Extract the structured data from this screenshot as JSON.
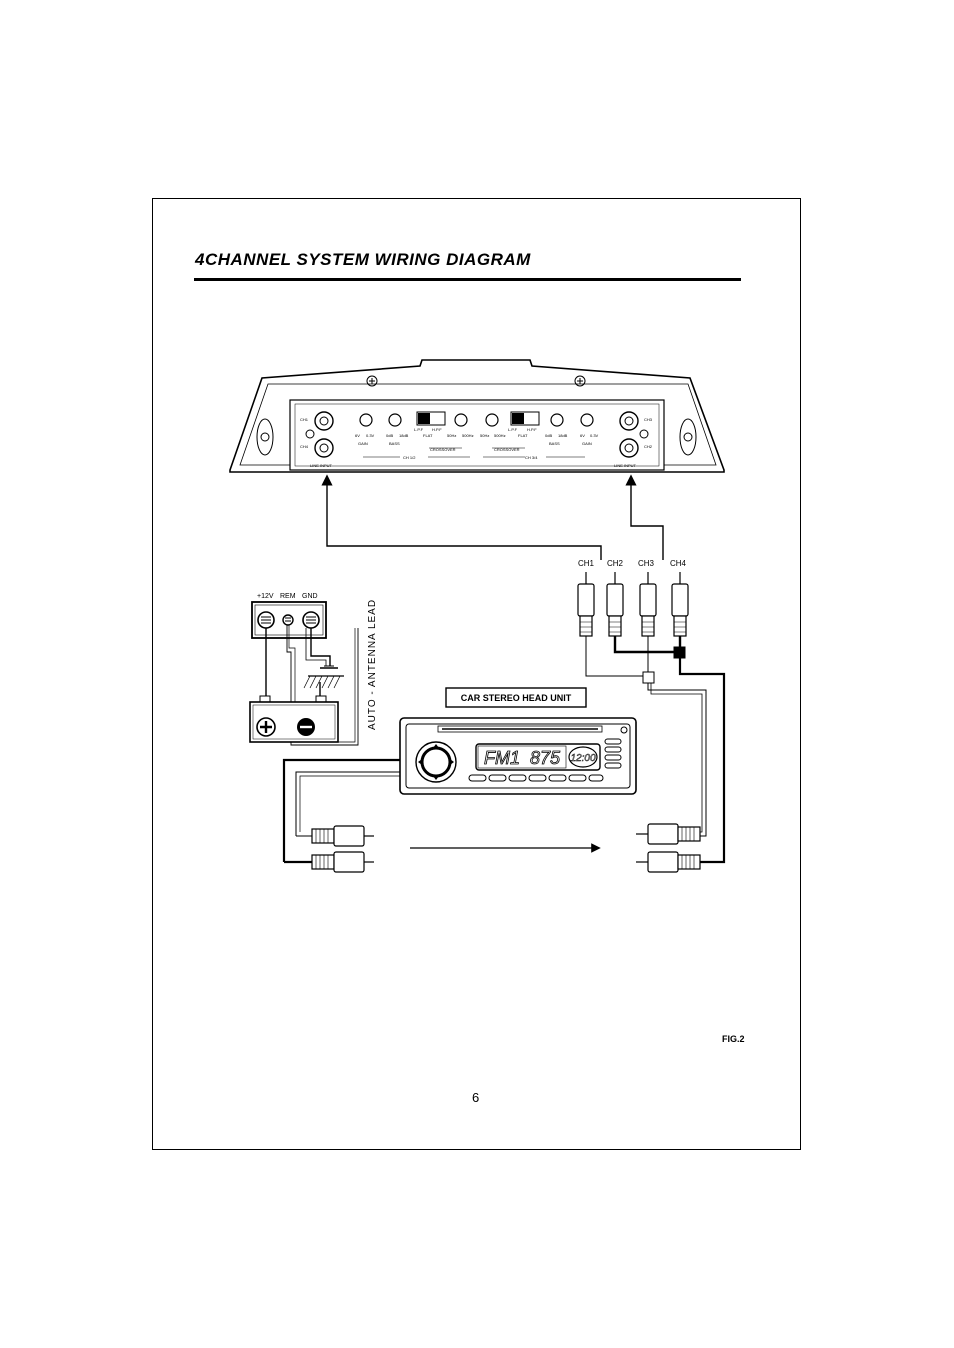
{
  "title": "4CHANNEL SYSTEM WIRING DIAGRAM",
  "fig_label": "FIG.2",
  "page_number": "6",
  "amp": {
    "ch1": "CH1",
    "ch2": "CH2",
    "ch3": "CH3",
    "ch4": "CH4",
    "line_input": "LINE INPUT",
    "gain": "GAIN",
    "bass": "BASS",
    "crossover": "CROSSOVER",
    "ch12": "CH 1/2",
    "ch34": "CH 3/4",
    "lpf": "L.P.F",
    "hpf": "H.P.F",
    "flat": "FLAT",
    "v6": "6V",
    "v03": "0.3V",
    "db0": "0dB",
    "db18": "18dB",
    "hz50": "50Hz",
    "hz500": "500Hz"
  },
  "rca": {
    "ch1": "CH1",
    "ch2": "CH2",
    "ch3": "CH3",
    "ch4": "CH4"
  },
  "power": {
    "plus12": "+12V",
    "rem": "REM",
    "gnd": "GND"
  },
  "antenna_label": "AUTO - ANTENNA LEAD",
  "head_unit": {
    "label": "CAR STEREO HEAD UNIT",
    "band": "FM1",
    "freq": "875",
    "clock": "12:00"
  }
}
